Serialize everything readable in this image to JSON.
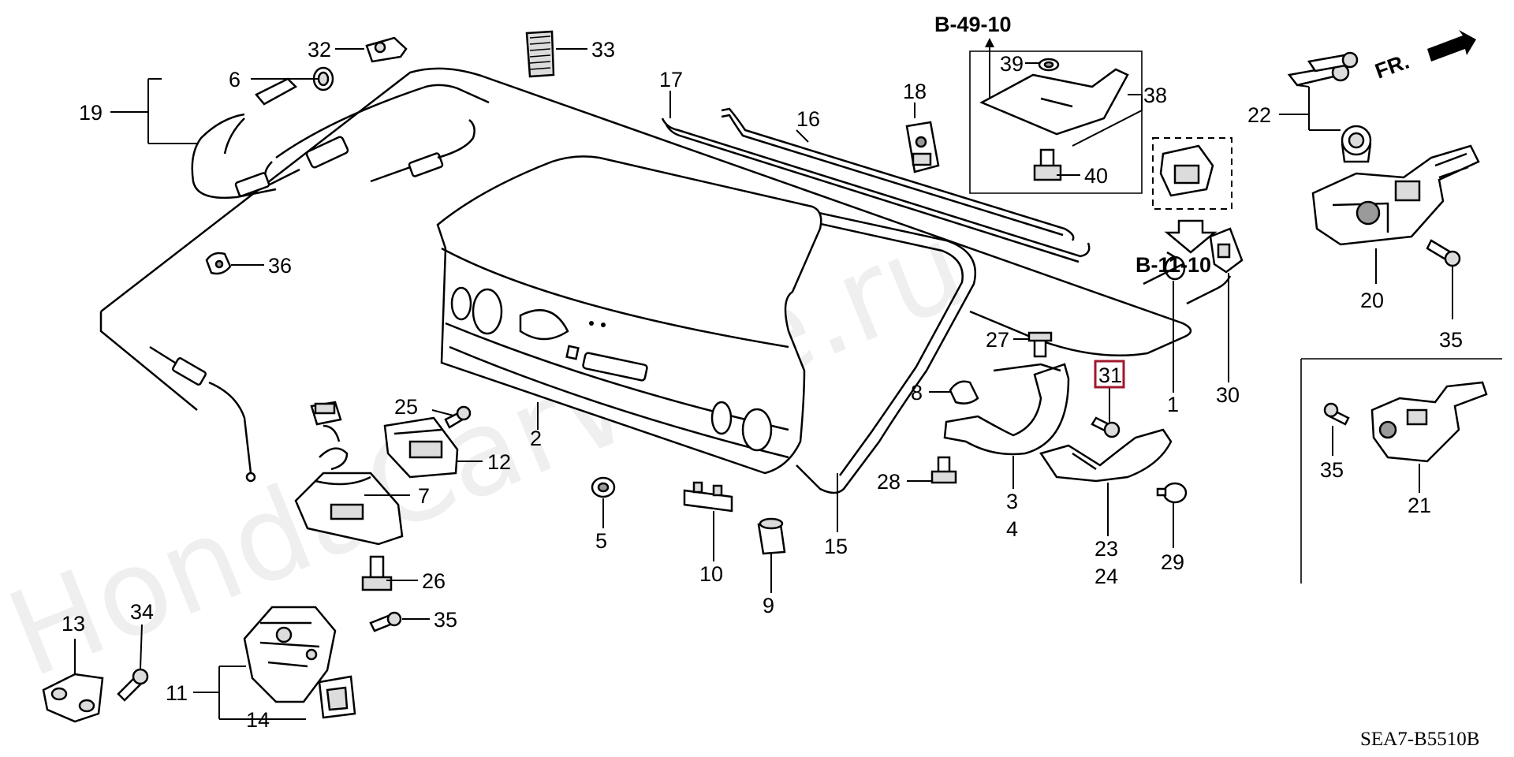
{
  "watermark": "HondaCarWire.ru",
  "diagram_code": "SEA7-B5510B",
  "front_indicator": "FR.",
  "references": {
    "upper": "B-49-10",
    "lower": "B-11-10"
  },
  "highlighted_part": "31",
  "callouts": {
    "c1": "1",
    "c2": "2",
    "c3": "3",
    "c4": "4",
    "c5": "5",
    "c6": "6",
    "c7": "7",
    "c8": "8",
    "c9": "9",
    "c10": "10",
    "c11": "11",
    "c12": "12",
    "c13": "13",
    "c14": "14",
    "c15": "15",
    "c16": "16",
    "c17": "17",
    "c18": "18",
    "c19": "19",
    "c20": "20",
    "c21": "21",
    "c22": "22",
    "c23": "23",
    "c24": "24",
    "c25": "25",
    "c26": "26",
    "c27": "27",
    "c28": "28",
    "c29": "29",
    "c30": "30",
    "c31": "31",
    "c32": "32",
    "c33": "33",
    "c34": "34",
    "c35a": "35",
    "c35b": "35",
    "c35c": "35",
    "c36": "36",
    "c38": "38",
    "c39": "39",
    "c40": "40"
  },
  "colors": {
    "highlight_box": "#a0182c",
    "line": "#000000",
    "background": "#ffffff"
  }
}
